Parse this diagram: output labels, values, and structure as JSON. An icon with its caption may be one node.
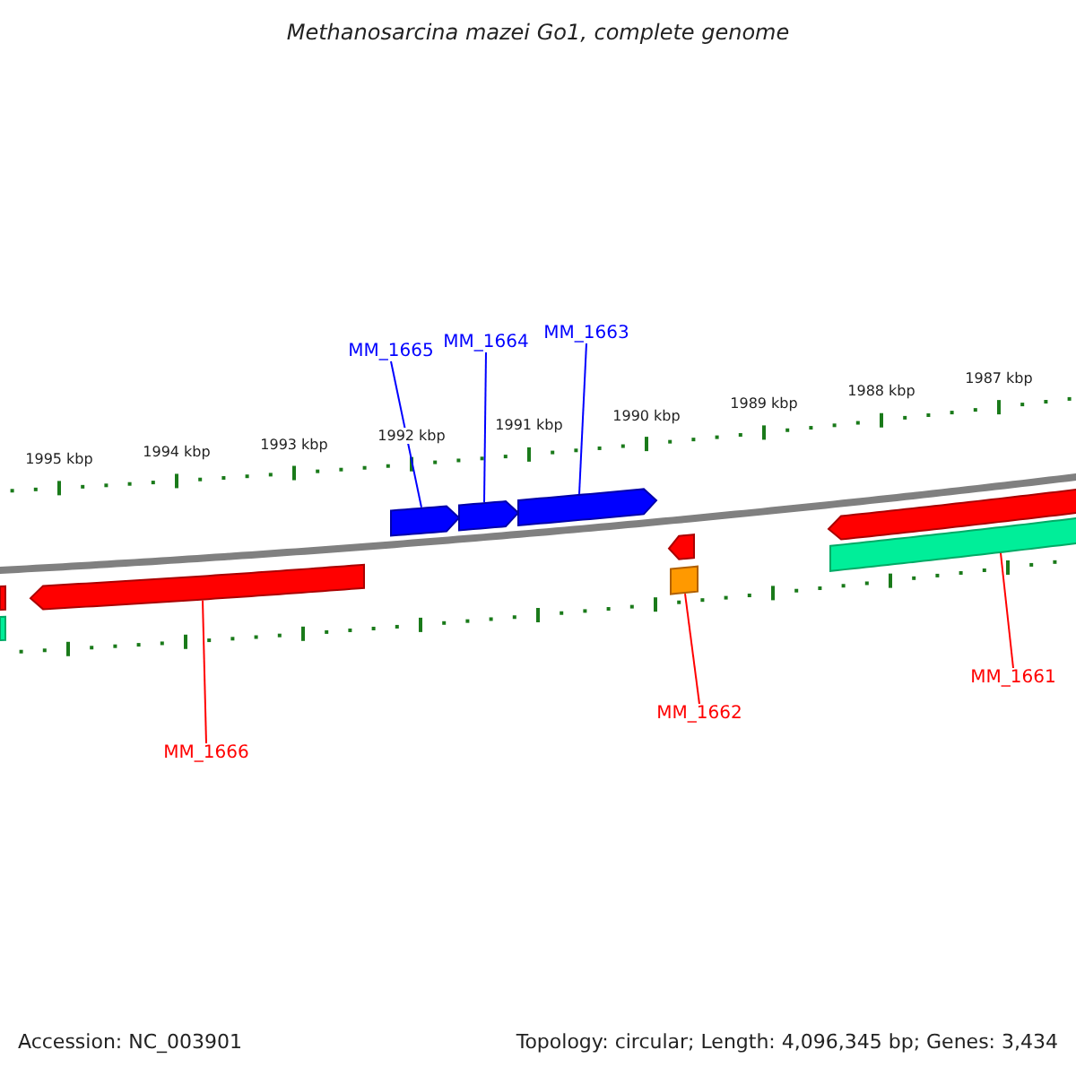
{
  "diagram": {
    "title": "Methanosarcina mazei Go1, complete genome",
    "nodes": [
      {
        "text": [
          "MM_1665"
        ]
      },
      {
        "text": [
          "MM_1664"
        ]
      },
      {
        "text": [
          "MM_1663"
        ]
      },
      {
        "text": [],
        "shape": "arrow"
      },
      {
        "text": [],
        "shape": "arrow"
      },
      {
        "text": [],
        "shape": "arrow"
      },
      {
        "text": [],
        "shape": "arrow"
      },
      {
        "text": [],
        "shape": "arrow"
      },
      {
        "text": [],
        "shape": "bar"
      },
      {
        "text": [],
        "shape": "arrow"
      },
      {
        "text": [],
        "shape": "bar"
      },
      {
        "text": [],
        "shape": "bar"
      },
      {
        "text": [],
        "shape": "bar"
      },
      {
        "text": [
          "MM_1661"
        ]
      },
      {
        "text": [
          "MM_1662"
        ]
      },
      {
        "text": [
          "MM_1666"
        ]
      }
    ],
    "edges": [
      {
        "from": 0,
        "to": 3,
        "arrow": "none"
      },
      {
        "from": 1,
        "to": 4,
        "arrow": "none"
      },
      {
        "from": 2,
        "to": 5,
        "arrow": "none"
      },
      {
        "from": 15,
        "to": 9,
        "arrow": "none",
        "color": "#ff0000"
      },
      {
        "from": 14,
        "to": 10,
        "arrow": "none",
        "color": "#ff0000"
      },
      {
        "from": 13,
        "to": 11,
        "arrow": "none",
        "color": "#ff0000"
      }
    ],
    "labels": [
      "1995 kbp",
      "1994 kbp",
      "1993 kbp",
      "1992 kbp",
      "1991 kbp",
      "1990 kbp",
      "1989 kbp",
      "1988 kbp",
      "1987 kbp",
      "Accession: NC_003901",
      "Topology: circular; Length: 4,096,345 bp; Genes: 3,434"
    ]
  }
}
